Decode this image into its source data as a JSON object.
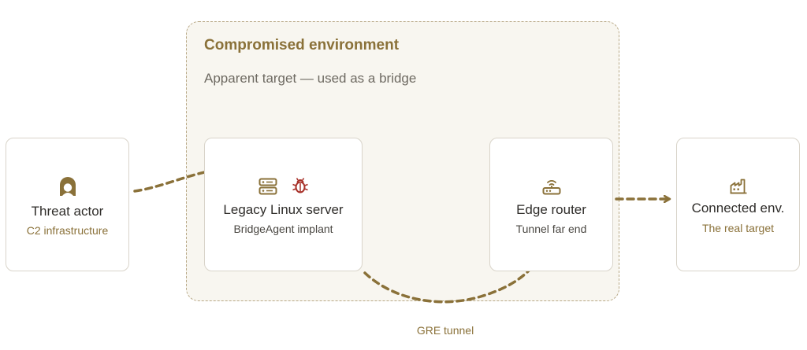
{
  "environment": {
    "title": "Compromised environment",
    "subtitle": "Apparent target — used as a bridge"
  },
  "nodes": {
    "threat_actor": {
      "title": "Threat actor",
      "subtitle": "C2 infrastructure",
      "icon": "threat-actor-icon"
    },
    "legacy_server": {
      "title": "Legacy Linux server",
      "subtitle": "BridgeAgent implant",
      "icons": [
        "server-icon",
        "bug-icon"
      ]
    },
    "edge_router": {
      "title": "Edge router",
      "subtitle": "Tunnel far end",
      "icon": "router-icon"
    },
    "connected_env": {
      "title": "Connected env.",
      "subtitle": "The real target",
      "icon": "factory-icon"
    }
  },
  "edges": {
    "gre_tunnel_label": "GRE tunnel"
  },
  "colors": {
    "accent": "#8a7139",
    "connector": "#8a7139",
    "bug": "#a8322a",
    "environment_fill": "#f8f6f0",
    "environment_border": "#b8a886",
    "node_border": "#d9d4ca"
  }
}
